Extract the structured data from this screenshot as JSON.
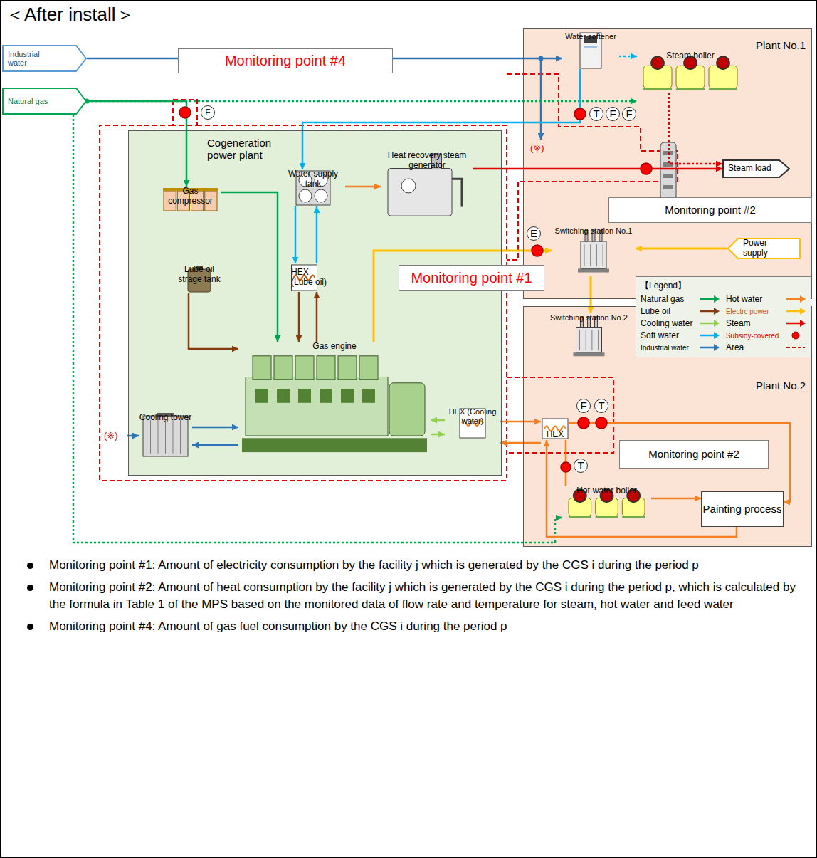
{
  "diagram": {
    "title": "＜After install＞",
    "nodes": [
      {
        "text": [
          "Industrial water"
        ]
      },
      {
        "text": [
          "Monitoring point #4"
        ]
      },
      {
        "text": [
          "Natural gas"
        ]
      },
      {
        "text": [
          "F"
        ]
      },
      {
        "text": [
          "Plant No.1"
        ]
      },
      {
        "text": [
          "Water softener"
        ],
        "in": 4
      },
      {
        "text": [
          "Steam boiler"
        ],
        "in": 4
      },
      {
        "text": [
          "T"
        ],
        "in": 4
      },
      {
        "text": [
          "F"
        ],
        "in": 4
      },
      {
        "text": [
          "F"
        ],
        "in": 4
      },
      {
        "text": [
          "Steam load"
        ],
        "in": 4
      },
      {
        "text": [
          "Monitoring point #2"
        ],
        "in": 4
      },
      {
        "text": [
          "E"
        ],
        "in": 4
      },
      {
        "text": [
          "Power supply"
        ],
        "in": 4
      },
      {
        "text": [
          "Switching station No.1"
        ],
        "in": 4
      },
      {
        "text": [
          "Cogeneration power plant"
        ]
      },
      {
        "text": [
          "Gas compressor"
        ],
        "in": 15
      },
      {
        "text": [
          "Water-supply tank"
        ],
        "in": 15
      },
      {
        "text": [
          "Heat recovery steam generator"
        ],
        "in": 15
      },
      {
        "text": [
          "HEX (Lube oil)"
        ],
        "in": 15
      },
      {
        "text": [
          "Lube oil strage tank"
        ],
        "in": 15
      },
      {
        "text": [
          "Gas engine"
        ],
        "in": 15
      },
      {
        "text": [
          "Cooling tower"
        ],
        "in": 15
      },
      {
        "text": [
          "HEX (Cooling water)"
        ],
        "in": 15
      },
      {
        "text": [
          "Monitoring point #1"
        ]
      },
      {
        "text": [
          "Plant No.2"
        ]
      },
      {
        "text": [
          "Switching station No.2"
        ],
        "in": 25
      },
      {
        "text": [
          "F"
        ],
        "in": 25
      },
      {
        "text": [
          "T"
        ],
        "in": 25
      },
      {
        "text": [
          "HEX"
        ],
        "in": 25
      },
      {
        "text": [
          "Monitoring point #2"
        ],
        "in": 25
      },
      {
        "text": [
          "T"
        ],
        "in": 25
      },
      {
        "text": [
          "Hot-water boiler"
        ],
        "in": 25
      },
      {
        "text": [
          "Painting process"
        ],
        "in": 25
      }
    ],
    "edges": [
      {
        "from": 0,
        "to": 5,
        "arrow": "to"
      },
      {
        "from": 2,
        "to": 16,
        "arrow": "to"
      },
      {
        "from": 2,
        "to": 6,
        "arrow": "to"
      },
      {
        "from": 2,
        "to": 32,
        "arrow": "to"
      },
      {
        "from": 5,
        "to": 6,
        "arrow": "to"
      },
      {
        "from": 5,
        "to": 17,
        "arrow": "to"
      },
      {
        "from": 17,
        "to": 18,
        "arrow": "to"
      },
      {
        "from": 17,
        "to": 19,
        "arrow": "to"
      },
      {
        "from": 19,
        "to": 17,
        "arrow": "to"
      },
      {
        "from": 19,
        "to": 21,
        "arrow": "to"
      },
      {
        "from": 21,
        "to": 19,
        "arrow": "to"
      },
      {
        "from": 20,
        "to": 21,
        "arrow": "to"
      },
      {
        "from": 16,
        "to": 21,
        "arrow": "to"
      },
      {
        "from": 22,
        "to": 21,
        "arrow": "to"
      },
      {
        "from": 21,
        "to": 22,
        "arrow": "to"
      },
      {
        "from": 23,
        "to": 21,
        "arrow": "to"
      },
      {
        "from": 21,
        "to": 23,
        "arrow": "to"
      },
      {
        "from": 23,
        "to": 29,
        "arrow": "to"
      },
      {
        "from": 29,
        "to": 23,
        "arrow": "to"
      },
      {
        "from": 18,
        "to": 10,
        "arrow": "to"
      },
      {
        "from": 6,
        "to": 10,
        "arrow": "to"
      },
      {
        "from": 21,
        "to": 14,
        "arrow": "to"
      },
      {
        "from": 13,
        "to": 14,
        "arrow": "to"
      },
      {
        "from": 14,
        "to": 26,
        "arrow": "to"
      },
      {
        "from": 29,
        "to": 33,
        "arrow": "to"
      },
      {
        "from": 33,
        "to": 29,
        "arrow": "to"
      },
      {
        "from": 32,
        "to": 33,
        "arrow": "to"
      },
      {
        "from": 29,
        "to": 32,
        "arrow": "none"
      }
    ],
    "labels": [
      "(※)",
      "(※)",
      "【Legend】",
      "Monitoring point #1: Amount of electricity consumption by the facility j which is generated by the CGS i during the period p",
      "Monitoring point #2: Amount of heat consumption by the facility j which is generated by the CGS i during the period p, which is calculated by the formula in Table 1 of the MPS based on the monitored data of flow rate and temperature for steam, hot water and feed water",
      "Monitoring point #4: Amount of gas fuel consumption by the CGS i during the period p"
    ],
    "legend": [
      {
        "text": "Natural gas"
      },
      {
        "text": "Hot water"
      },
      {
        "text": "Lube oil"
      },
      {
        "text": "Electrc power"
      },
      {
        "text": "Cooling water"
      },
      {
        "text": "Steam"
      },
      {
        "text": "Soft water"
      },
      {
        "text": "Subsidy-covered"
      },
      {
        "text": "Industrial water"
      },
      {
        "text": "Area"
      }
    ]
  }
}
